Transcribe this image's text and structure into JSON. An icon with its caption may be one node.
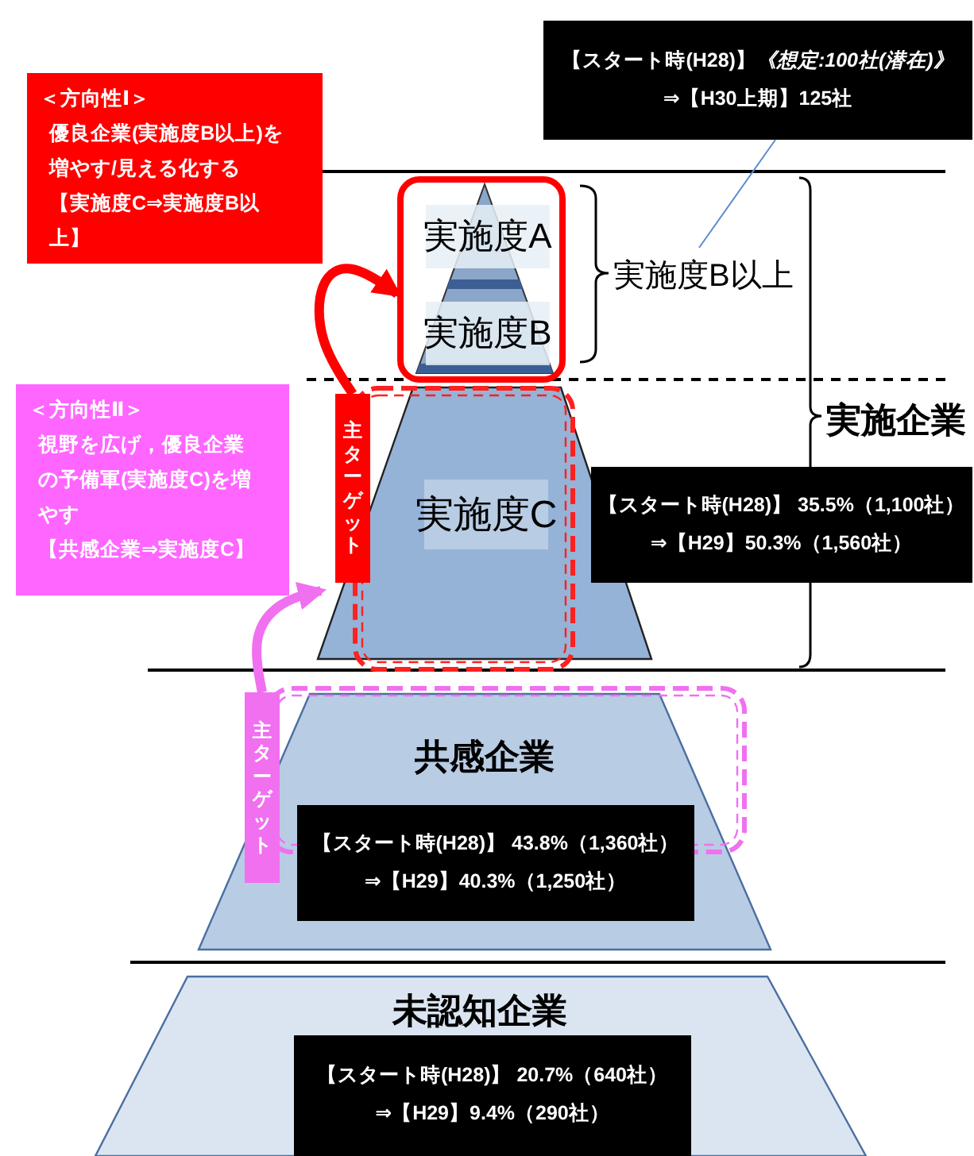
{
  "diagram": {
    "nodes": [
      {
        "text": [
          "＜方向性Ⅰ＞",
          "優良企業(実施度B以上)を増やす/見える化する",
          "【実施度C⇒実施度B以上】"
        ]
      },
      {
        "text": [
          "【スタート時(H28)】*《想定:100社(潜在)》*",
          "⇒【H30上期】125社"
        ]
      },
      {
        "text": [],
        "shape": "box"
      },
      {
        "text": [
          "実施度A"
        ],
        "in": 2
      },
      {
        "text": [
          "実施度B"
        ],
        "in": 2
      },
      {
        "text": [
          "実施度B以上"
        ]
      },
      {
        "text": [
          "主ターゲット"
        ]
      },
      {
        "text": [
          "実施度C"
        ]
      },
      {
        "text": [
          "＜方向性Ⅱ＞",
          "視野を広げ，優良企業の予備軍(実施度C)を増やす",
          "【共感企業⇒実施度C】"
        ]
      },
      {
        "text": [
          "【スタート時(H28)】 35.5%（1,100社）",
          "⇒【H29】50.3%（1,560社）"
        ]
      },
      {
        "text": [
          "主ターゲット"
        ]
      },
      {
        "text": [
          "共感企業"
        ]
      },
      {
        "text": [
          "【スタート時(H28)】 43.8%（1,360社）",
          "⇒【H29】40.3%（1,250社）"
        ],
        "in": 11
      },
      {
        "text": [
          "未認知企業"
        ]
      },
      {
        "text": [
          "【スタート時(H28)】 20.7%（640社）",
          "⇒【H29】9.4%（290社）"
        ],
        "in": 13
      }
    ],
    "edges": [
      {
        "from": 6,
        "to": 2,
        "arrow": "to",
        "color": "#ff0000"
      },
      {
        "from": 10,
        "to": 7,
        "arrow": "to",
        "color": "#f070f0"
      },
      {
        "from": 1,
        "to": 5,
        "arrow": "none",
        "color": "#5b8bd0"
      }
    ],
    "labels": [
      "実施企業"
    ]
  }
}
